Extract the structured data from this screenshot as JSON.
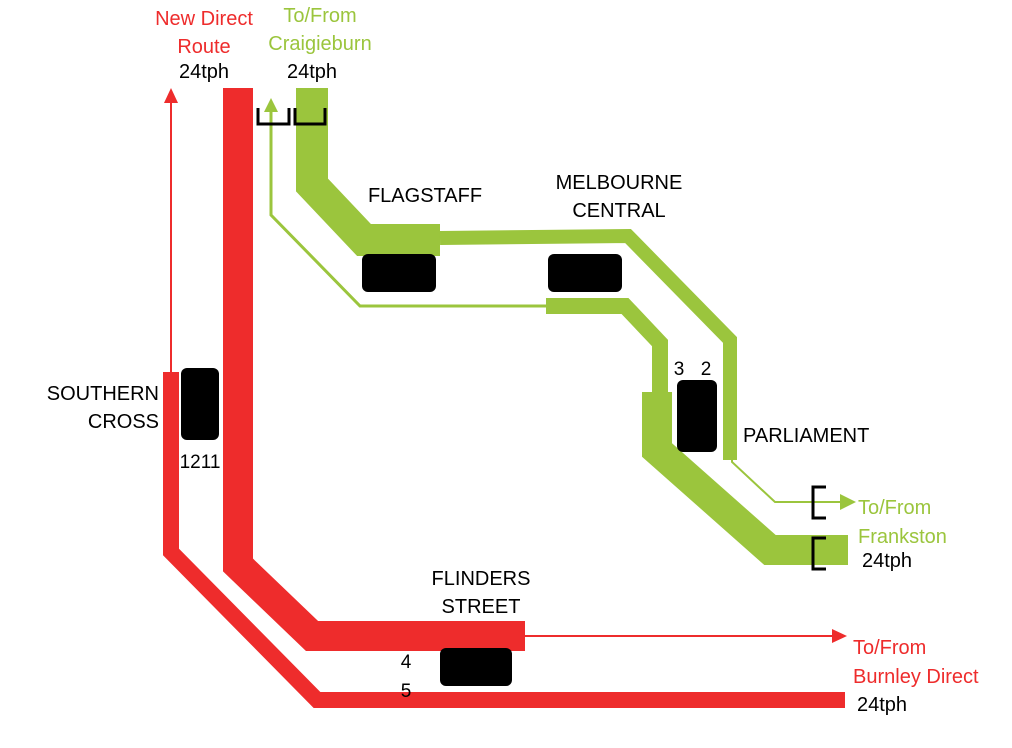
{
  "colors": {
    "red": "#ee2c2c",
    "green": "#9bc53d",
    "platform": "#000000",
    "text": "#000000"
  },
  "routes": {
    "new_direct": {
      "line1": "New Direct",
      "line2": "Route",
      "freq": "24tph"
    },
    "craigieburn": {
      "line1": "To/From",
      "line2": "Craigieburn",
      "freq": "24tph"
    },
    "frankston": {
      "line1": "To/From",
      "line2": "Frankston",
      "freq": "24tph"
    },
    "burnley": {
      "line1": "To/From",
      "line2": "Burnley Direct",
      "freq": "24tph"
    }
  },
  "stations": {
    "flagstaff": {
      "name": "FLAGSTAFF"
    },
    "melbourne_central": {
      "line1": "MELBOURNE",
      "line2": "CENTRAL"
    },
    "parliament": {
      "name": "PARLIAMENT"
    },
    "southern_cross": {
      "line1": "SOUTHERN",
      "line2": "CROSS"
    },
    "flinders_street": {
      "line1": "FLINDERS",
      "line2": "STREET"
    }
  },
  "platforms": {
    "southern_cross": "1211",
    "parliament_left": "3",
    "parliament_right": "2",
    "flinders_upper": "4",
    "flinders_lower": "5"
  }
}
